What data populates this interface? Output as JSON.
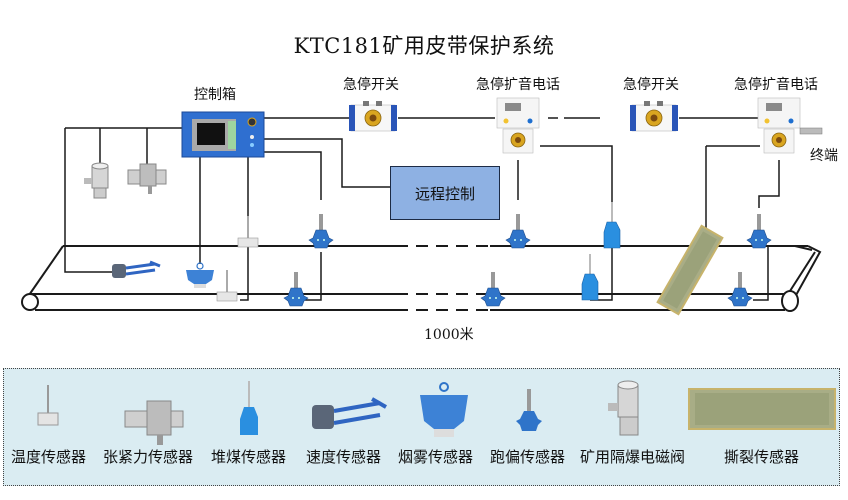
{
  "title": "KTC181矿用皮带保护系统",
  "nodes": {
    "control_box": "控制箱",
    "emergency_switch_1": "急停开关",
    "emergency_phone_1": "急停扩音电话",
    "emergency_switch_2": "急停开关",
    "emergency_phone_2": "急停扩音电话",
    "terminal": "终端",
    "remote_control": "远程控制"
  },
  "belt_length_label": "1000米",
  "colors": {
    "remote_box": "#8eb1e3",
    "control_box": "#2f6fd0",
    "sensor_blue": "#2f74c9",
    "legend_bg": "#daecf2",
    "wire": "#1a1a1a"
  },
  "legend": {
    "items": [
      {
        "label": "温度传感器",
        "icon": "temperature-sensor-icon"
      },
      {
        "label": "张紧力传感器",
        "icon": "tension-sensor-icon"
      },
      {
        "label": "堆煤传感器",
        "icon": "coal-pile-sensor-icon"
      },
      {
        "label": "速度传感器",
        "icon": "speed-sensor-icon"
      },
      {
        "label": "烟雾传感器",
        "icon": "smoke-sensor-icon"
      },
      {
        "label": "跑偏传感器",
        "icon": "deviation-sensor-icon"
      },
      {
        "label": "矿用隔爆电磁阀",
        "icon": "solenoid-valve-icon"
      },
      {
        "label": "撕裂传感器",
        "icon": "tear-sensor-icon"
      }
    ]
  }
}
